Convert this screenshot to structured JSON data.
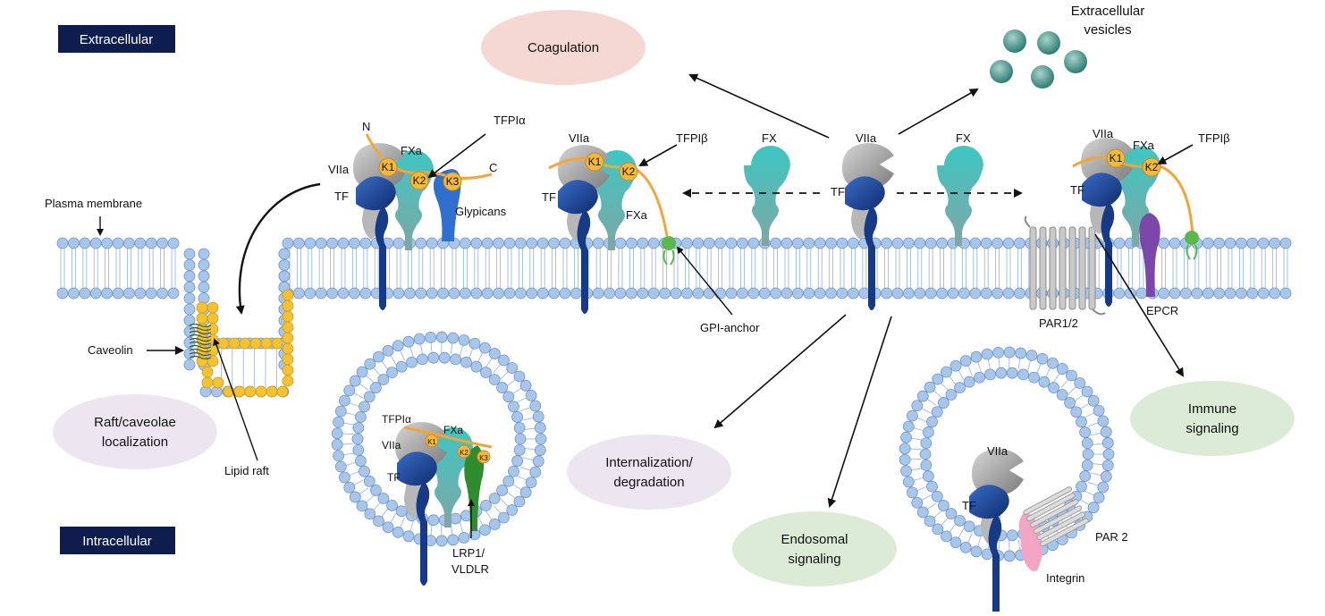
{
  "regions": {
    "extracellular": "Extracellular",
    "intracellular": "Intracellular"
  },
  "colors": {
    "tag_bg": "#0d1e4e",
    "membrane_head": "#a8c6ea",
    "membrane_head_stroke": "#6e93c9",
    "raft": "#f5c232",
    "coagulation_oval": "#f6d8d3",
    "lilac_oval": "#ede6f1",
    "green_oval": "#dcebd6",
    "tf": "#1c3f8f",
    "viia": "#9c9c9c",
    "fxa": "#5eb8b0",
    "fx": "#3ec0bd",
    "tfpi": "#f3a53a",
    "kunitz": "#f5b93a",
    "glypican": "#2e6fd0",
    "gpi": "#5bb84d",
    "epcr": "#7b47a8",
    "lrp": "#2e8b2e",
    "integrin": "#f2a6c4",
    "vesicle": "#3b8e85"
  },
  "processes": {
    "coagulation": "Coagulation",
    "extracellular_vesicles_line1": "Extracellular",
    "extracellular_vesicles_line2": "vesicles",
    "raft_line1": "Raft/caveolae",
    "raft_line2": "localization",
    "internalization_line1": "Internalization/",
    "internalization_line2": "degradation",
    "endosomal_line1": "Endosomal",
    "endosomal_line2": "signaling",
    "immune_line1": "Immune",
    "immune_line2": "signaling"
  },
  "labels": {
    "plasma_membrane": "Plasma membrane",
    "caveolin": "Caveolin",
    "lipid_raft": "Lipid raft",
    "gpi_anchor": "GPI-anchor",
    "par12": "PAR1/2",
    "epcr": "EPCR",
    "glypicans": "Glypicans",
    "lrp_line1": "LRP1/",
    "lrp_line2": "VLDLR",
    "par2": "PAR 2",
    "integrin": "Integrin",
    "tf": "TF",
    "viia": "VIIa",
    "fxa": "FXa",
    "fx": "FX",
    "tfpi_alpha": "TFPIα",
    "tfpi_beta": "TFPIβ",
    "k1": "K1",
    "k2": "K2",
    "k3": "K3",
    "n_term": "N",
    "c_term": "C"
  }
}
